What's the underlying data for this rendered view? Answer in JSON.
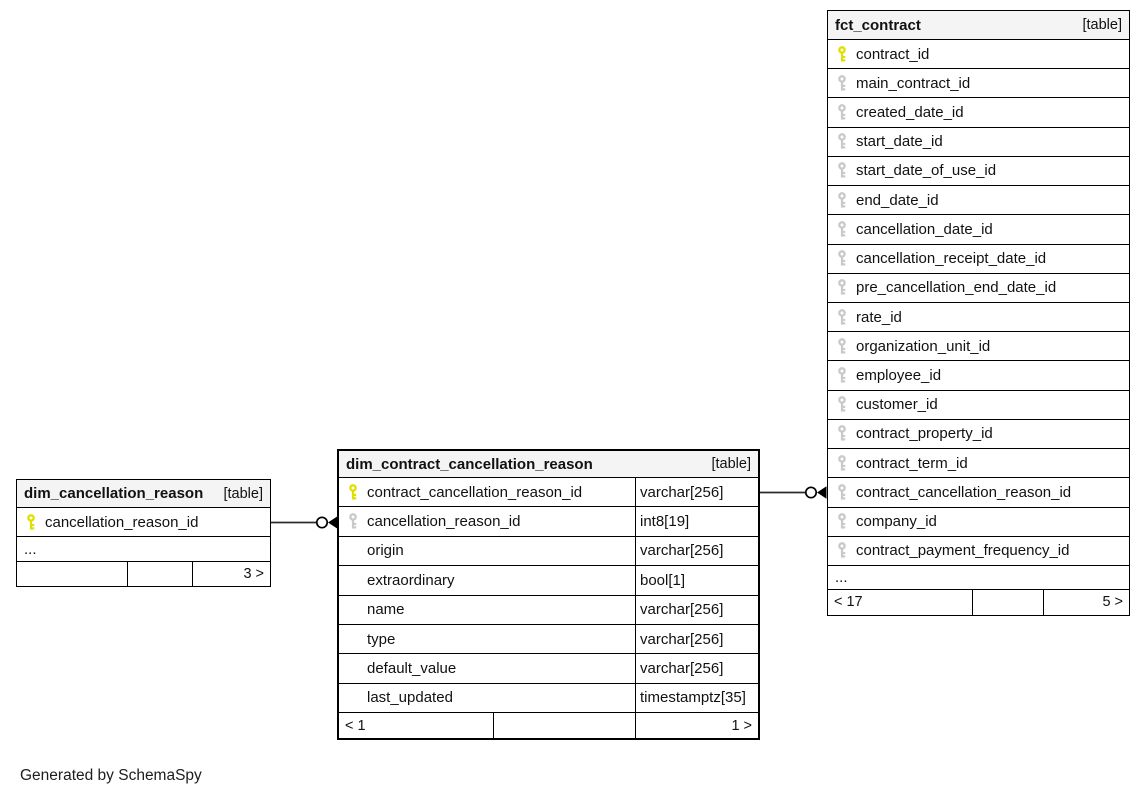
{
  "footer_note": "Generated by SchemaSpy",
  "colors": {
    "background": "#ffffff",
    "header_bg": "#f4f4f4",
    "border": "#000000",
    "primary_key_icon": "#e0e000",
    "foreign_key_icon": "#c9c9c9"
  },
  "icons": {
    "primary_key": "key-icon-yellow",
    "foreign_key": "key-icon-gray",
    "zero_marker": "circle-marker",
    "many_marker": "arrowhead-marker"
  },
  "tables": {
    "dim_cancellation_reason": {
      "name": "dim_cancellation_reason",
      "badge": "[table]",
      "columns": [
        {
          "name": "cancellation_reason_id",
          "key": "primary"
        }
      ],
      "ellipsis": "...",
      "footer": {
        "left": "",
        "middle": "",
        "right": "3 >"
      }
    },
    "dim_contract_cancellation_reason": {
      "name": "dim_contract_cancellation_reason",
      "badge": "[table]",
      "columns": [
        {
          "name": "contract_cancellation_reason_id",
          "type": "varchar[256]",
          "key": "primary"
        },
        {
          "name": "cancellation_reason_id",
          "type": "int8[19]",
          "key": "foreign"
        },
        {
          "name": "origin",
          "type": "varchar[256]",
          "key": ""
        },
        {
          "name": "extraordinary",
          "type": "bool[1]",
          "key": ""
        },
        {
          "name": "name",
          "type": "varchar[256]",
          "key": ""
        },
        {
          "name": "type",
          "type": "varchar[256]",
          "key": ""
        },
        {
          "name": "default_value",
          "type": "varchar[256]",
          "key": ""
        },
        {
          "name": "last_updated",
          "type": "timestamptz[35]",
          "key": ""
        }
      ],
      "footer": {
        "left": "< 1",
        "middle": "",
        "right": "1 >"
      }
    },
    "fct_contract": {
      "name": "fct_contract",
      "badge": "[table]",
      "columns": [
        {
          "name": "contract_id",
          "key": "primary"
        },
        {
          "name": "main_contract_id",
          "key": "foreign"
        },
        {
          "name": "created_date_id",
          "key": "foreign"
        },
        {
          "name": "start_date_id",
          "key": "foreign"
        },
        {
          "name": "start_date_of_use_id",
          "key": "foreign"
        },
        {
          "name": "end_date_id",
          "key": "foreign"
        },
        {
          "name": "cancellation_date_id",
          "key": "foreign"
        },
        {
          "name": "cancellation_receipt_date_id",
          "key": "foreign"
        },
        {
          "name": "pre_cancellation_end_date_id",
          "key": "foreign"
        },
        {
          "name": "rate_id",
          "key": "foreign"
        },
        {
          "name": "organization_unit_id",
          "key": "foreign"
        },
        {
          "name": "employee_id",
          "key": "foreign"
        },
        {
          "name": "customer_id",
          "key": "foreign"
        },
        {
          "name": "contract_property_id",
          "key": "foreign"
        },
        {
          "name": "contract_term_id",
          "key": "foreign"
        },
        {
          "name": "contract_cancellation_reason_id",
          "key": "foreign"
        },
        {
          "name": "company_id",
          "key": "foreign"
        },
        {
          "name": "contract_payment_frequency_id",
          "key": "foreign"
        }
      ],
      "ellipsis": "...",
      "footer": {
        "left": "< 17",
        "middle": "",
        "right": "5 >"
      }
    }
  },
  "relationships": [
    {
      "from_table": "dim_cancellation_reason",
      "from_column": "cancellation_reason_id",
      "to_table": "dim_contract_cancellation_reason",
      "to_column": "cancellation_reason_id"
    },
    {
      "from_table": "dim_contract_cancellation_reason",
      "from_column": "contract_cancellation_reason_id",
      "to_table": "fct_contract",
      "to_column": "contract_cancellation_reason_id"
    }
  ]
}
